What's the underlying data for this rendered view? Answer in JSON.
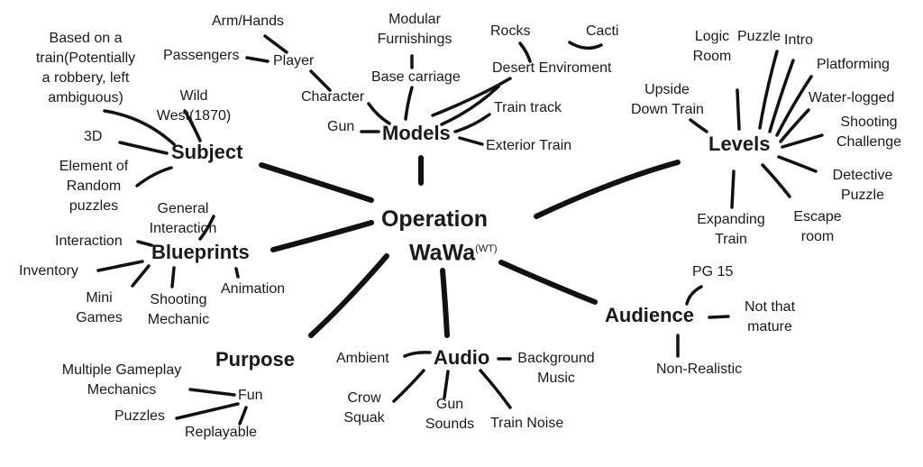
{
  "center": {
    "line1": "Operation",
    "line2": "WaWa",
    "sup": "(WT)"
  },
  "subject": {
    "title": "Subject",
    "based_on_1": "Based on a",
    "based_on_2": "train(Potentially",
    "based_on_3": "a robbery, left",
    "based_on_4": "ambiguous)",
    "wild_west_1": "Wild",
    "wild_west_2": "West(1870)",
    "three_d": "3D",
    "random_1": "Element of",
    "random_2": "Random",
    "random_3": "puzzles"
  },
  "models": {
    "title": "Models",
    "arm_hands": "Arm/Hands",
    "passengers": "Passengers",
    "player": "Player",
    "character": "Character",
    "gun": "Gun",
    "modular_1": "Modular",
    "modular_2": "Furnishings",
    "base_carriage": "Base carriage",
    "rocks": "Rocks",
    "cacti": "Cacti",
    "desert": "Desert Enviroment",
    "train_track": "Train track",
    "exterior_train": "Exterior Train"
  },
  "levels": {
    "title": "Levels",
    "logic_1": "Logic",
    "logic_2": "Room",
    "puzzle": "Puzzle",
    "intro": "Intro",
    "platforming": "Platforming",
    "water_logged": "Water-logged",
    "shooting_1": "Shooting",
    "shooting_2": "Challenge",
    "detective_1": "Detective",
    "detective_2": "Puzzle",
    "escape_1": "Escape",
    "escape_2": "room",
    "expanding_1": "Expanding",
    "expanding_2": "Train",
    "upside_1": "Upside",
    "upside_2": "Down Train"
  },
  "blueprints": {
    "title": "Blueprints",
    "general_1": "General",
    "general_2": "Interaction",
    "interaction": "Interaction",
    "inventory": "Inventory",
    "mini_1": "Mini",
    "mini_2": "Games",
    "shooting_1": "Shooting",
    "shooting_2": "Mechanic",
    "animation": "Animation"
  },
  "audience": {
    "title": "Audience",
    "pg15": "PG 15",
    "mature_1": "Not that",
    "mature_2": "mature",
    "non_realistic": "Non-Realistic"
  },
  "audio": {
    "title": "Audio",
    "ambient": "Ambient",
    "background_1": "Background",
    "background_2": "Music",
    "crow_1": "Crow",
    "crow_2": "Squak",
    "gun_1": "Gun",
    "gun_2": "Sounds",
    "train_noise": "Train Noise"
  },
  "purpose": {
    "title": "Purpose",
    "multiple_1": "Multiple Gameplay",
    "multiple_2": "Mechanics",
    "fun": "Fun",
    "puzzles": "Puzzles",
    "replayable": "Replayable"
  },
  "colors": {
    "ink": "#1a1a1a",
    "background": "#ffffff"
  }
}
